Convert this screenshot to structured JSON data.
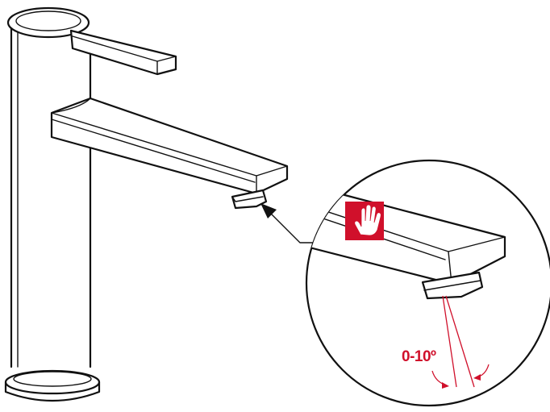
{
  "diagram": {
    "angle_label": "0-10º",
    "accent_color": "#d0102b",
    "line_color": "#111111",
    "icons": [
      "faucet-drawing",
      "hand-stop-icon",
      "detail-magnifier-circle",
      "pointer-arrow"
    ]
  }
}
